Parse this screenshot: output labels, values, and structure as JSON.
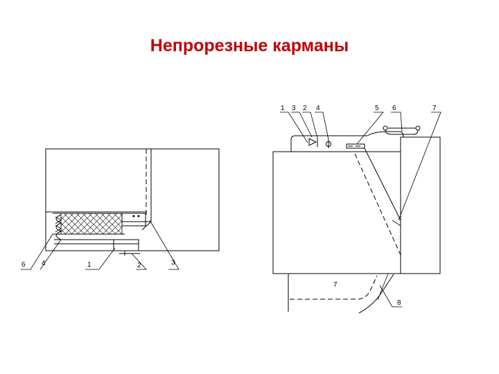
{
  "slide": {
    "title": "Непрорезные карманы",
    "title_color": "#c00000"
  },
  "left_drawing": {
    "labels": [
      "6",
      "4",
      "1",
      "2",
      "3"
    ]
  },
  "right_drawing": {
    "labels": [
      "1",
      "3",
      "2",
      "4",
      "5",
      "6",
      "7",
      "7",
      "8"
    ]
  }
}
